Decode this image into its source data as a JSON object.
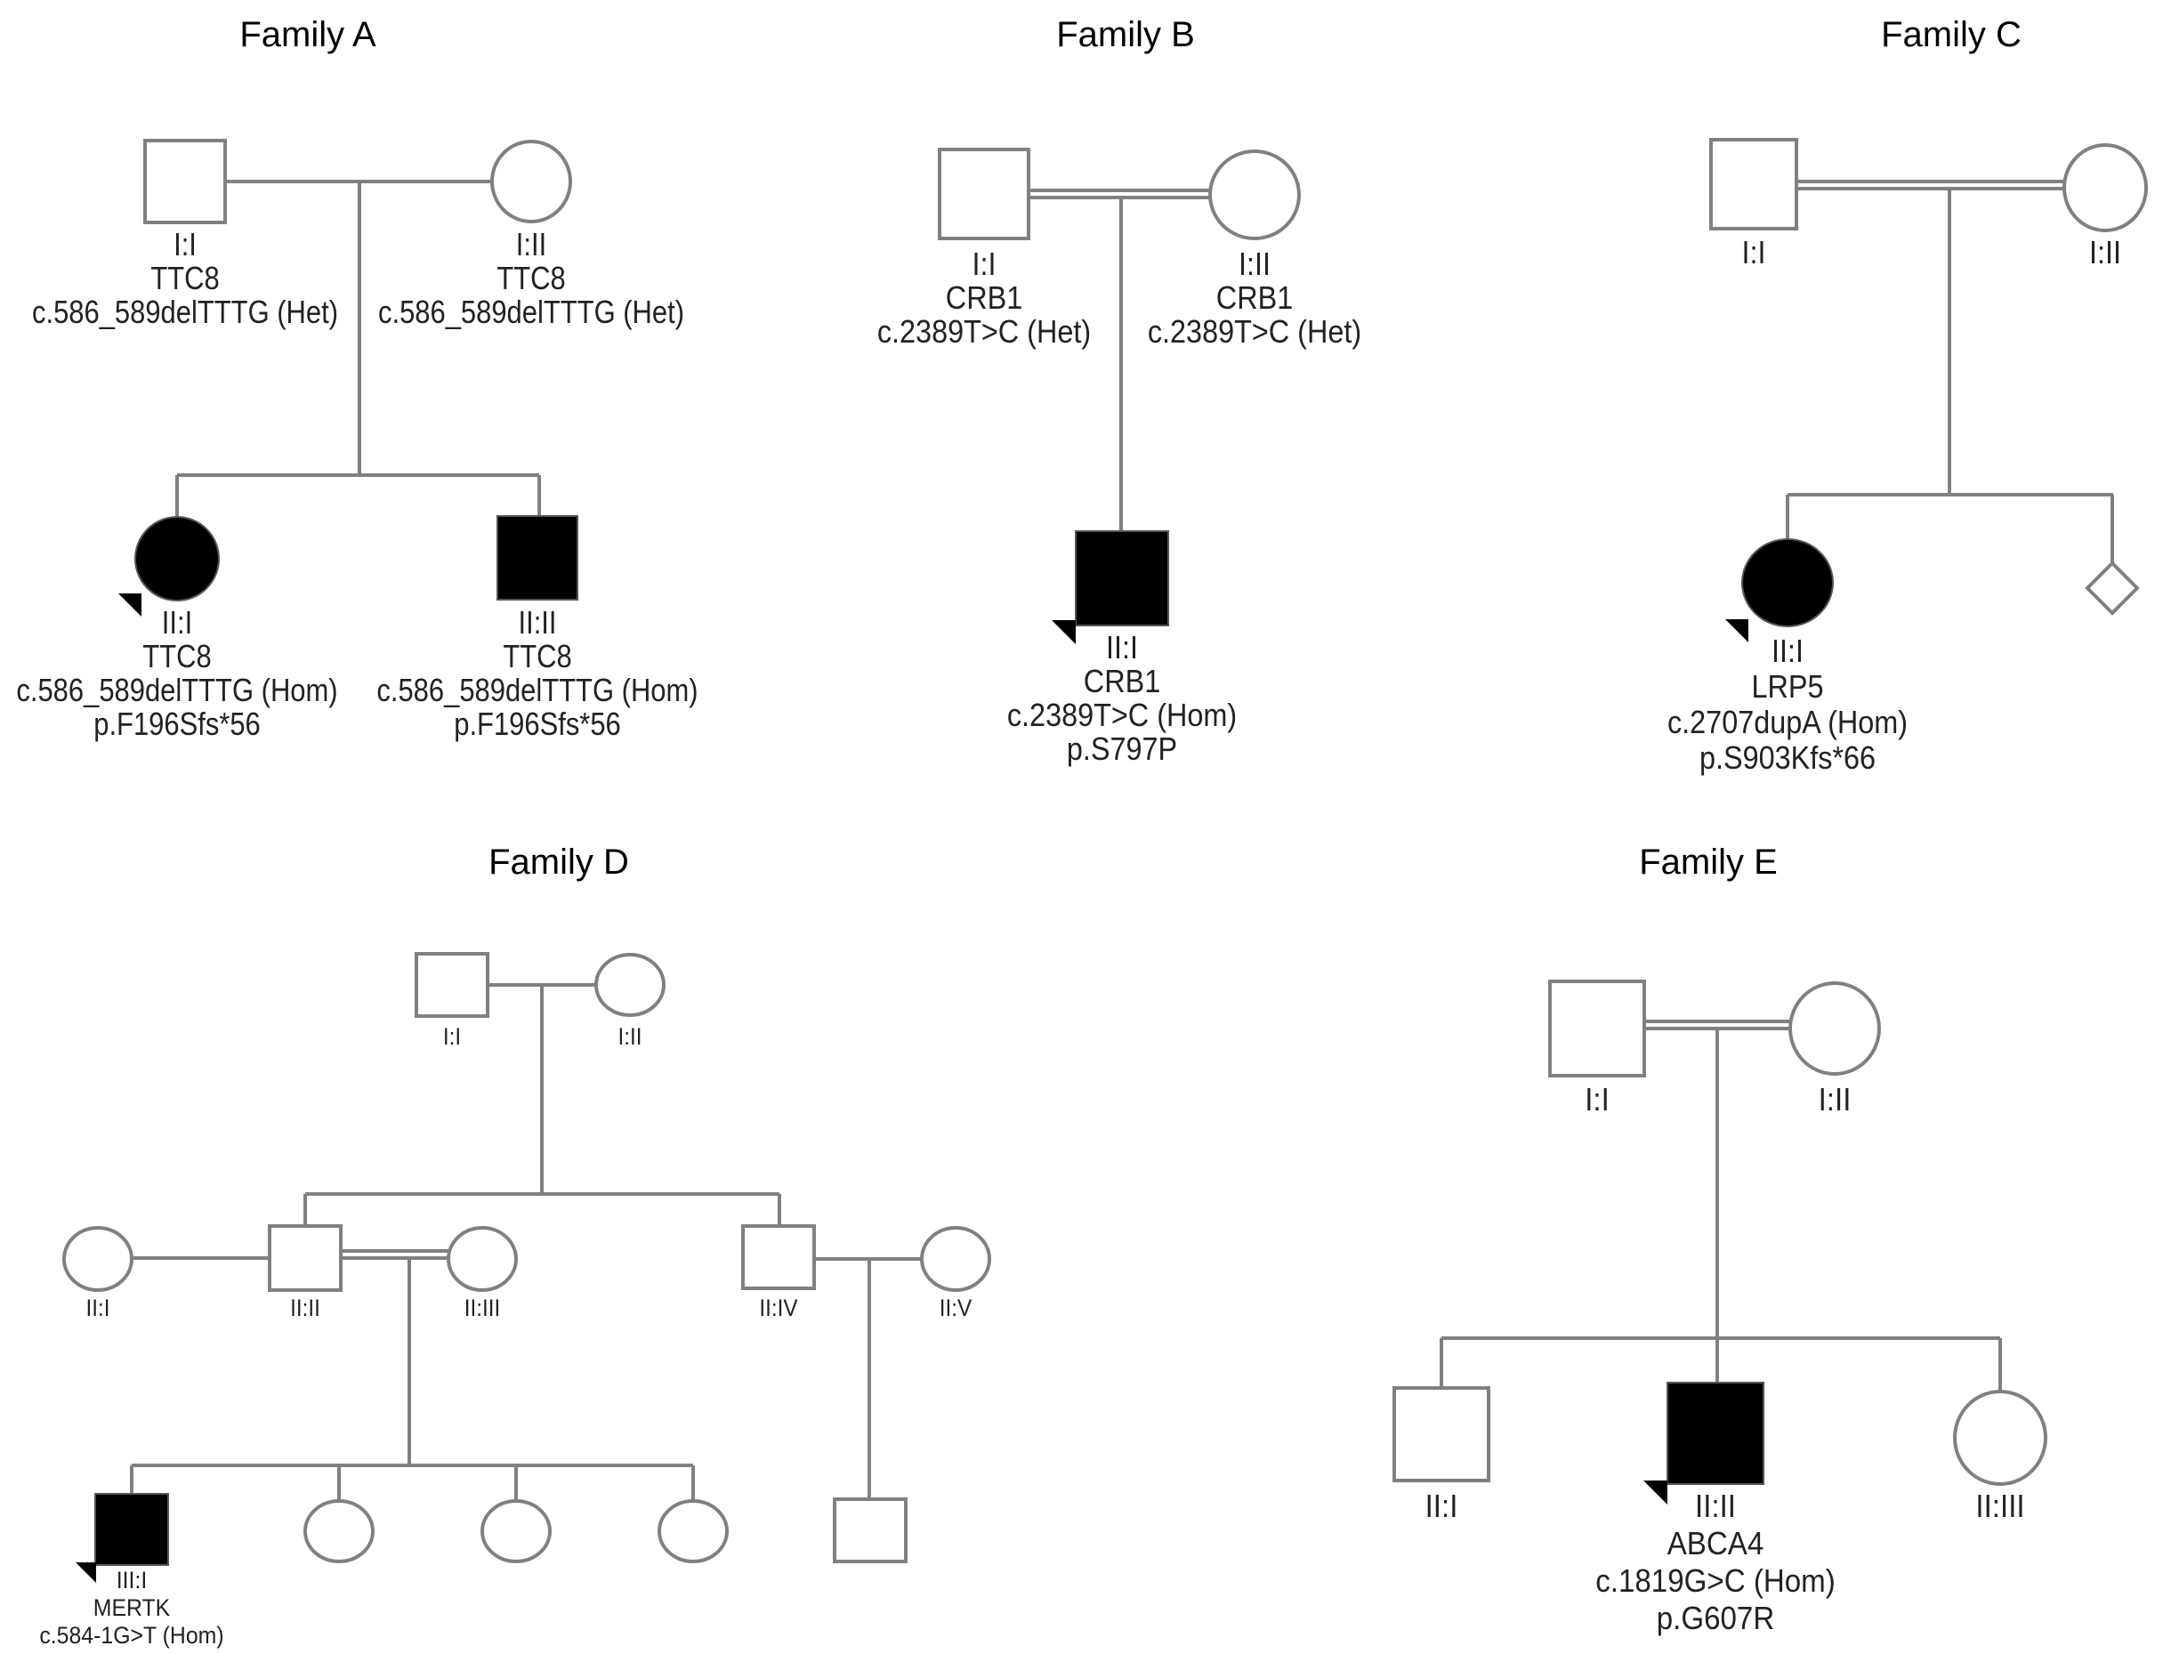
{
  "figure": {
    "colors": {
      "line": "#808080",
      "affected": "#000000",
      "unaffected": "#ffffff",
      "text": "#222222"
    },
    "families": [
      {
        "key": "A",
        "title": "Family A",
        "individuals": [
          {
            "id": "I:I",
            "sex": "male",
            "affected": false,
            "proband": false,
            "gene": "TTC8",
            "variant": "c.586_589delTTTG (Het)",
            "protein": ""
          },
          {
            "id": "I:II",
            "sex": "female",
            "affected": false,
            "proband": false,
            "gene": "TTC8",
            "variant": "c.586_589delTTTG (Het)",
            "protein": ""
          },
          {
            "id": "II:I",
            "sex": "female",
            "affected": true,
            "proband": true,
            "gene": "TTC8",
            "variant": "c.586_589delTTTG (Hom)",
            "protein": "p.F196Sfs*56"
          },
          {
            "id": "II:II",
            "sex": "male",
            "affected": true,
            "proband": false,
            "gene": "TTC8",
            "variant": "c.586_589delTTTG (Hom)",
            "protein": "p.F196Sfs*56"
          }
        ],
        "unions": [
          {
            "partners": [
              "I:I",
              "I:II"
            ],
            "consanguineous": false,
            "children": [
              "II:I",
              "II:II"
            ]
          }
        ]
      },
      {
        "key": "B",
        "title": "Family B",
        "individuals": [
          {
            "id": "I:I",
            "sex": "male",
            "affected": false,
            "proband": false,
            "gene": "CRB1",
            "variant": "c.2389T>C (Het)",
            "protein": ""
          },
          {
            "id": "I:II",
            "sex": "female",
            "affected": false,
            "proband": false,
            "gene": "CRB1",
            "variant": "c.2389T>C (Het)",
            "protein": ""
          },
          {
            "id": "II:I",
            "sex": "male",
            "affected": true,
            "proband": true,
            "gene": "CRB1",
            "variant": "c.2389T>C (Hom)",
            "protein": "p.S797P"
          }
        ],
        "unions": [
          {
            "partners": [
              "I:I",
              "I:II"
            ],
            "consanguineous": true,
            "children": [
              "II:I"
            ]
          }
        ]
      },
      {
        "key": "C",
        "title": "Family C",
        "individuals": [
          {
            "id": "I:I",
            "sex": "male",
            "affected": false,
            "proband": false,
            "gene": "",
            "variant": "",
            "protein": ""
          },
          {
            "id": "I:II",
            "sex": "female",
            "affected": false,
            "proband": false,
            "gene": "",
            "variant": "",
            "protein": ""
          },
          {
            "id": "II:I",
            "sex": "female",
            "affected": true,
            "proband": true,
            "gene": "LRP5",
            "variant": "c.2707dupA (Hom)",
            "protein": "p.S903Kfs*66"
          },
          {
            "id": "",
            "sex": "unknown",
            "affected": false,
            "proband": false,
            "gene": "",
            "variant": "",
            "protein": ""
          }
        ],
        "unions": [
          {
            "partners": [
              "I:I",
              "I:II"
            ],
            "consanguineous": true,
            "children": [
              "II:I",
              "sib-unknown"
            ]
          }
        ]
      },
      {
        "key": "D",
        "title": "Family D",
        "individuals": [
          {
            "id": "I:I",
            "sex": "male",
            "affected": false,
            "proband": false,
            "gene": "",
            "variant": "",
            "protein": ""
          },
          {
            "id": "I:II",
            "sex": "female",
            "affected": false,
            "proband": false,
            "gene": "",
            "variant": "",
            "protein": ""
          },
          {
            "id": "II:I",
            "sex": "female",
            "affected": false,
            "proband": false,
            "gene": "",
            "variant": "",
            "protein": ""
          },
          {
            "id": "II:II",
            "sex": "male",
            "affected": false,
            "proband": false,
            "gene": "",
            "variant": "",
            "protein": ""
          },
          {
            "id": "II:III",
            "sex": "female",
            "affected": false,
            "proband": false,
            "gene": "",
            "variant": "",
            "protein": ""
          },
          {
            "id": "II:IV",
            "sex": "male",
            "affected": false,
            "proband": false,
            "gene": "",
            "variant": "",
            "protein": ""
          },
          {
            "id": "II:V",
            "sex": "female",
            "affected": false,
            "proband": false,
            "gene": "",
            "variant": "",
            "protein": ""
          },
          {
            "id": "III:I",
            "sex": "male",
            "affected": true,
            "proband": true,
            "gene": "MERTK",
            "variant": "c.584-1G>T (Hom)",
            "protein": ""
          },
          {
            "id": "",
            "sex": "female",
            "affected": false,
            "proband": false,
            "gene": "",
            "variant": "",
            "protein": ""
          },
          {
            "id": "",
            "sex": "female",
            "affected": false,
            "proband": false,
            "gene": "",
            "variant": "",
            "protein": ""
          },
          {
            "id": "",
            "sex": "female",
            "affected": false,
            "proband": false,
            "gene": "",
            "variant": "",
            "protein": ""
          },
          {
            "id": "",
            "sex": "male",
            "affected": false,
            "proband": false,
            "gene": "",
            "variant": "",
            "protein": ""
          }
        ],
        "unions": [
          {
            "partners": [
              "I:I",
              "I:II"
            ],
            "consanguineous": false,
            "children": [
              "II:II",
              "II:IV"
            ]
          },
          {
            "partners": [
              "II:I",
              "II:II"
            ],
            "consanguineous": false,
            "children": []
          },
          {
            "partners": [
              "II:II",
              "II:III"
            ],
            "consanguineous": true,
            "children": [
              "III:I",
              "III-2",
              "III-3",
              "III-4"
            ]
          },
          {
            "partners": [
              "II:IV",
              "II:V"
            ],
            "consanguineous": false,
            "children": [
              "III-5"
            ]
          }
        ]
      },
      {
        "key": "E",
        "title": "Family E",
        "individuals": [
          {
            "id": "I:I",
            "sex": "male",
            "affected": false,
            "proband": false,
            "gene": "",
            "variant": "",
            "protein": ""
          },
          {
            "id": "I:II",
            "sex": "female",
            "affected": false,
            "proband": false,
            "gene": "",
            "variant": "",
            "protein": ""
          },
          {
            "id": "II:I",
            "sex": "male",
            "affected": false,
            "proband": false,
            "gene": "",
            "variant": "",
            "protein": ""
          },
          {
            "id": "II:II",
            "sex": "male",
            "affected": true,
            "proband": true,
            "gene": "ABCA4",
            "variant": "c.1819G>C (Hom)",
            "protein": "p.G607R"
          },
          {
            "id": "II:III",
            "sex": "female",
            "affected": false,
            "proband": false,
            "gene": "",
            "variant": "",
            "protein": ""
          }
        ],
        "unions": [
          {
            "partners": [
              "I:I",
              "I:II"
            ],
            "consanguineous": true,
            "children": [
              "II:I",
              "II:II",
              "II:III"
            ]
          }
        ]
      }
    ]
  }
}
